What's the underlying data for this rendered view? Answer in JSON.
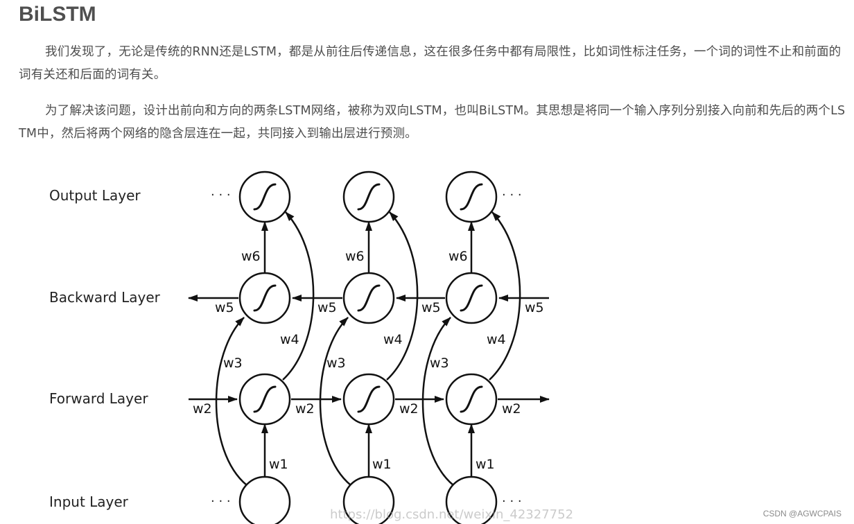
{
  "article": {
    "title": "BiLSTM",
    "paragraphs": [
      "我们发现了，无论是传统的RNN还是LSTM，都是从前往后传递信息，这在很多任务中都有局限性，比如词性标注任务，一个词的词性不止和前面的词有关还和后面的词有关。",
      "为了解决该问题，设计出前向和方向的两条LSTM网络，被称为双向LSTM，也叫BiLSTM。其思想是将同一个输入序列分别接入向前和先后的两个LSTM中，然后将两个网络的隐含层连在一起，共同接入到输出层进行预测。"
    ]
  },
  "diagram": {
    "layers": {
      "output": "Output Layer",
      "backward": "Backward Layer",
      "forward": "Forward Layer",
      "input": "Input Layer"
    },
    "ellipsis": "· · ·",
    "weights": {
      "w1": "w1",
      "w2": "w2",
      "w3": "w3",
      "w4": "w4",
      "w5": "w5",
      "w6": "w6"
    }
  },
  "watermark": "https://blog.csdn.net/weixin_42327752",
  "credit": "CSDN @AGWCPAIS"
}
